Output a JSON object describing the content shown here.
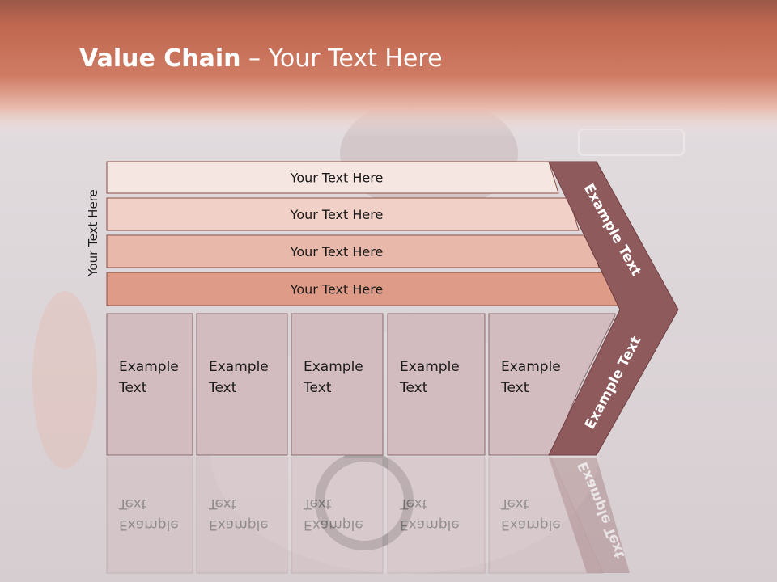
{
  "slide": {
    "title_bold": "Value Chain",
    "title_rest": " – Your Text Here",
    "side_label": "Your Text Here"
  },
  "rows": [
    {
      "label": "Your Text Here"
    },
    {
      "label": "Your Text Here"
    },
    {
      "label": "Your Text Here"
    },
    {
      "label": "Your Text Here"
    }
  ],
  "columns": [
    {
      "line1": "Example",
      "line2": "Text"
    },
    {
      "line1": "Example",
      "line2": "Text"
    },
    {
      "line1": "Example",
      "line2": "Text"
    },
    {
      "line1": "Example",
      "line2": "Text"
    },
    {
      "line1": "Example",
      "line2": "Text"
    }
  ],
  "chevron": {
    "upper": "Example Text",
    "lower": "Example Text"
  },
  "colors": {
    "header": "#c5705c",
    "chevron": "#8e5a5c",
    "row1": "#f6e6e2",
    "row2": "#f0d0c7",
    "row3": "#e8b9ab",
    "row4": "#de9b87",
    "box": "#d2bcbf"
  }
}
